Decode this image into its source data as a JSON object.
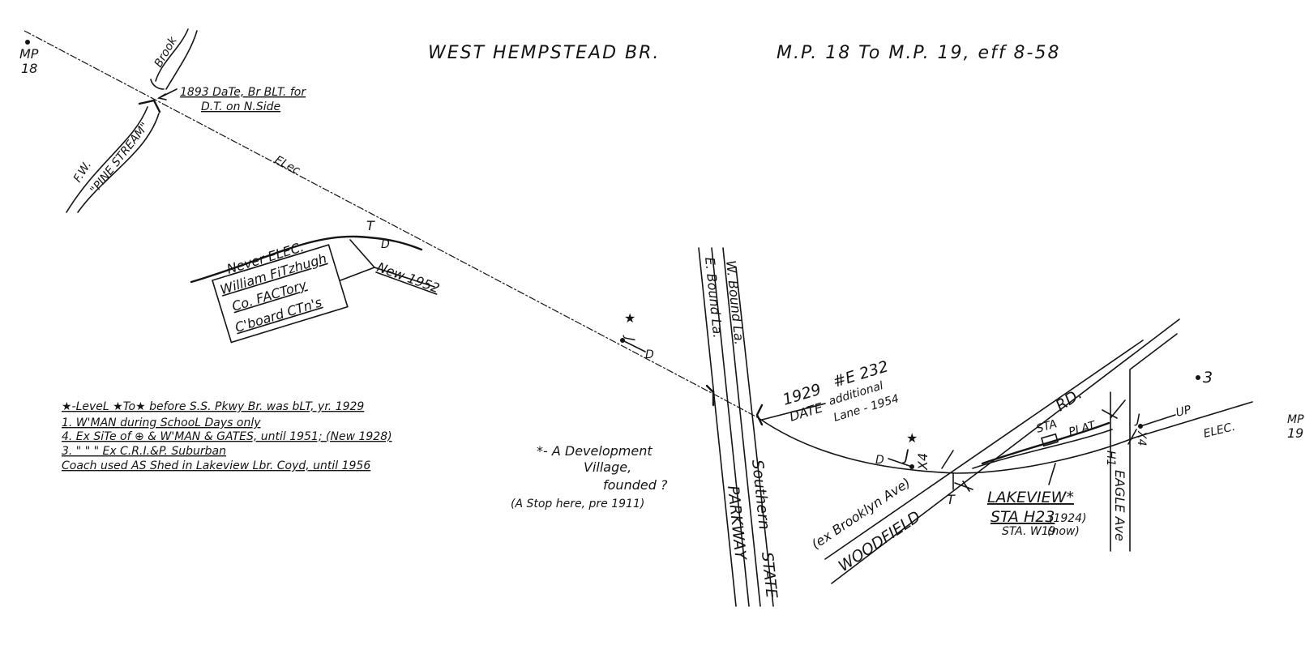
{
  "title": {
    "branch": "WEST HEMPSTEAD BR.",
    "range": "M.P. 18 To M.P. 19, eff 8-58"
  },
  "mileposts": {
    "start": {
      "label": "MP",
      "number": "18"
    },
    "end": {
      "label": "MP",
      "number": "19"
    }
  },
  "waterway": {
    "brook_label": "Brook",
    "fw_label": "F.W.",
    "stream_label": "\"PINE STREAM\"",
    "bridge_note_line1": "1893 DaTe, Br BLT. for",
    "bridge_note_line2": "D.T. on N.Side"
  },
  "main_track": {
    "elec_label_west": "ELec",
    "elec_label_east": "ELEC.",
    "up_label": "UP"
  },
  "siding": {
    "never_elec": "Never ELEC.",
    "t_label": "T",
    "d_label": "D",
    "new_label": "New 1952",
    "factory_line1": "William FiTzhugh",
    "factory_line2": "Co. FACTory",
    "factory_line3": "C'board CTn's"
  },
  "signals": {
    "j_star_west": {
      "star": "★",
      "j": "J"
    },
    "j_star_east": {
      "star": "★",
      "j": "J"
    },
    "j_east": "J",
    "x4_label": "X4",
    "x4_east_label": "X4",
    "t_label": "T",
    "h1_label": "H1",
    "d_label_west": "D",
    "d_label_east": "D",
    "three_label": "3"
  },
  "parkway": {
    "eb_lane": "E. Bound La.",
    "wb_lane": "W. Bound La.",
    "name_part1": "Southern",
    "name_part2": "STATE",
    "name_part3": "PARKWAY",
    "date_year": "1929",
    "date_label": "DATE",
    "bridge_number": "#E 232",
    "additional": "additional",
    "lane_year": "Lane - 1954"
  },
  "roads": {
    "woodfield": "WOODFIELD",
    "ex_brooklyn": "(ex Brooklyn Ave)",
    "rd": "RD.",
    "eagle": "EAGLE Ave"
  },
  "station": {
    "sta_label": "STA",
    "plat_label": "PLAT.",
    "name": "LAKEVIEW*",
    "sta_h23": "STA H23",
    "h23_year": "(1924)",
    "sta_w19": "STA. W19",
    "w19_note": "(now)"
  },
  "development_note": {
    "line1": "*- A Development",
    "line2": "Village,",
    "line3": "founded ?",
    "line4": "(A Stop here, pre 1911)"
  },
  "legend": {
    "line1": "★-LeveL ★To★ before S.S. Pkwy Br. was bLT, yr. 1929",
    "line2": "1. W'MAN during SchooL Days only",
    "line3": "4. Ex SiTe of ⊕ & W'MAN & GATES, until 1951; (New 1928)",
    "line4": "3. \"   \"   \"   Ex C.R.I.&P. Suburban",
    "line5": "Coach used AS Shed in Lakeview Lbr. Coyd, until 1956"
  }
}
